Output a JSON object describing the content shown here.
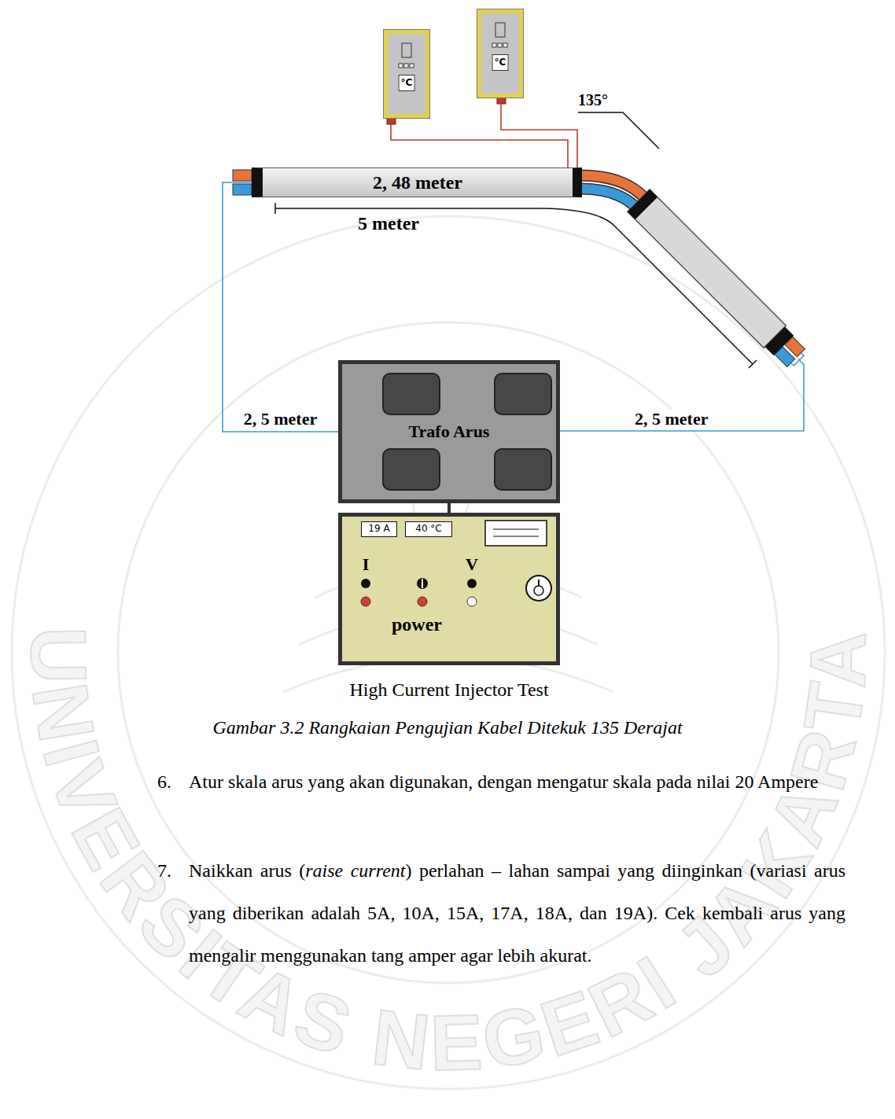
{
  "diagram": {
    "caption": "Gambar 3.2 Rangkaian Pengujian Kabel Ditekuk 135 Derajat",
    "nodes": [
      {
        "text": [
          "°C"
        ]
      },
      {
        "text": [
          "°C"
        ]
      },
      {
        "text": [
          "2, 48 meter"
        ]
      },
      {
        "text": [
          "Trafo Arus"
        ]
      },
      {
        "text": [
          "I",
          "V",
          "power",
          "High Current Injector Test"
        ]
      },
      {
        "text": [
          "19 A"
        ],
        "in": 4
      },
      {
        "text": [
          "40 °C"
        ],
        "in": 4
      }
    ],
    "edges": [
      {
        "from": 0,
        "to": 2,
        "arrow": "none"
      },
      {
        "from": 1,
        "to": 2,
        "arrow": "none"
      },
      {
        "from": 2,
        "to": 3,
        "label": "2, 5 meter",
        "arrow": "none"
      },
      {
        "from": 3,
        "to": 4,
        "arrow": "none"
      }
    ],
    "labels": [
      "135°",
      "5 meter",
      "2, 5 meter",
      "6.",
      "Atur skala arus yang akan digunakan, dengan mengatur skala pada nilai 20 Ampere",
      "7.",
      "Naikkan arus (",
      "raise current",
      ") perlahan – lahan sampai yang diinginkan (variasi arus yang diberikan adalah 5A, 10A, 15A, 17A, 18A, dan 19A). Cek kembali arus yang mengalir menggunakan tang amper agar lebih akurat.",
      "UNIVERSITAS NEGERI JAKARTA"
    ]
  }
}
